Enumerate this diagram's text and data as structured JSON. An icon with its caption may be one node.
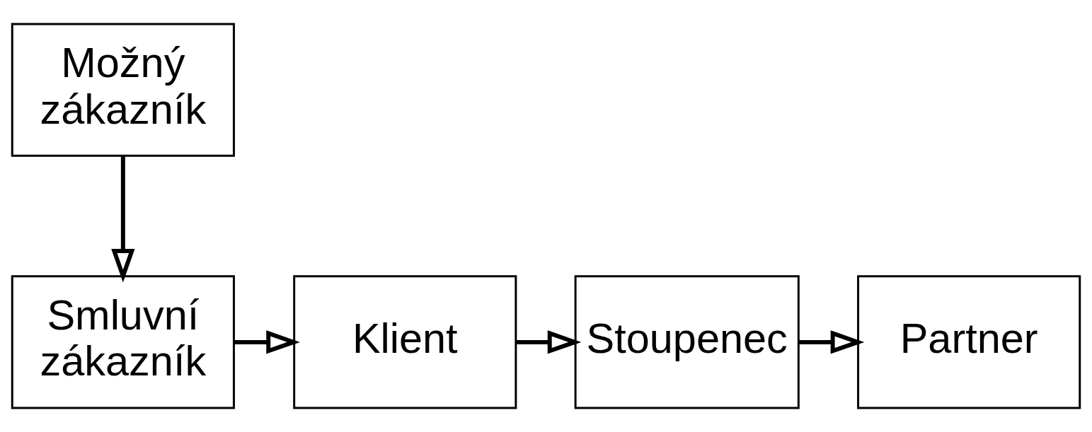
{
  "diagram": {
    "nodes": [
      {
        "text": [
          "Možný zákazník"
        ]
      },
      {
        "text": [
          "Smluvní zákazník"
        ]
      },
      {
        "text": [
          "Klient"
        ]
      },
      {
        "text": [
          "Stoupenec"
        ]
      },
      {
        "text": [
          "Partner"
        ]
      }
    ],
    "edges": [
      {
        "from": 0,
        "to": 1,
        "arrow": "to"
      },
      {
        "from": 1,
        "to": 2,
        "arrow": "to"
      },
      {
        "from": 2,
        "to": 3,
        "arrow": "to"
      },
      {
        "from": 3,
        "to": 4,
        "arrow": "to"
      }
    ]
  }
}
